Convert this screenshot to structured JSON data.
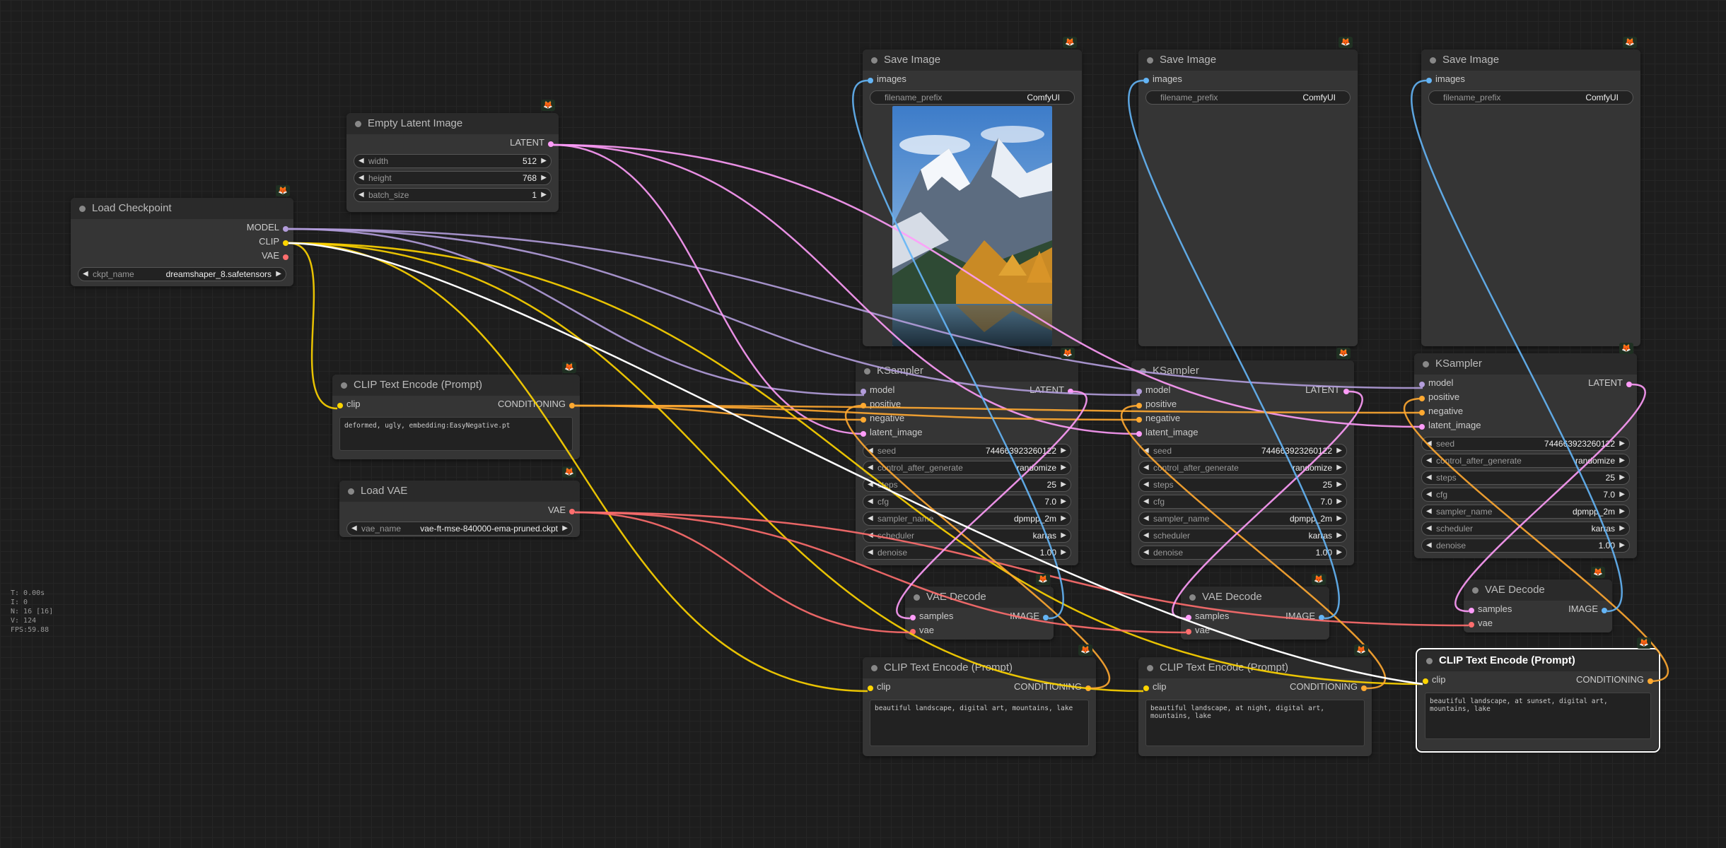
{
  "colors": {
    "model": "#b39ddb",
    "clip": "#ffd500",
    "vae": "#ff6e6e",
    "latent": "#ff9cf9",
    "conditioning": "#ffa931",
    "image": "#64b5f6"
  },
  "badge_icon": "fox-icon",
  "stats": [
    "T: 0.00s",
    "I: 0",
    "N: 16 [16]",
    "V: 124",
    "FPS:59.88"
  ],
  "nodes": {
    "load_checkpoint": {
      "title": "Load Checkpoint",
      "out_model": "MODEL",
      "out_clip": "CLIP",
      "out_vae": "VAE",
      "ckpt_label": "ckpt_name",
      "ckpt_value": "dreamshaper_8.safetensors"
    },
    "empty_latent": {
      "title": "Empty Latent Image",
      "out_latent": "LATENT",
      "width_label": "width",
      "width_value": "512",
      "height_label": "height",
      "height_value": "768",
      "batch_label": "batch_size",
      "batch_value": "1"
    },
    "clip_negative": {
      "title": "CLIP Text Encode (Prompt)",
      "in_clip": "clip",
      "out_cond": "CONDITIONING",
      "text": "deformed, ugly, embedding:EasyNegative.pt"
    },
    "load_vae": {
      "title": "Load VAE",
      "out_vae": "VAE",
      "vae_label": "vae_name",
      "vae_value": "vae-ft-mse-840000-ema-pruned.ckpt"
    },
    "save1": {
      "title": "Save Image",
      "in_images": "images",
      "prefix_label": "filename_prefix",
      "prefix_value": "ComfyUI"
    },
    "save2": {
      "title": "Save Image",
      "in_images": "images",
      "prefix_label": "filename_prefix",
      "prefix_value": "ComfyUI"
    },
    "save3": {
      "title": "Save Image",
      "in_images": "images",
      "prefix_label": "filename_prefix",
      "prefix_value": "ComfyUI"
    },
    "ksampler": {
      "title": "KSampler",
      "in_model": "model",
      "in_positive": "positive",
      "in_negative": "negative",
      "in_latent": "latent_image",
      "out_latent": "LATENT",
      "seed_label": "seed",
      "seed_value": "744663923260122",
      "cag_label": "control_after_generate",
      "cag_value": "randomize",
      "steps_label": "steps",
      "steps_value": "25",
      "cfg_label": "cfg",
      "cfg_value": "7.0",
      "sampler_label": "sampler_name",
      "sampler_value": "dpmpp_2m",
      "scheduler_label": "scheduler",
      "scheduler_value": "karras",
      "denoise_label": "denoise",
      "denoise_value": "1.00"
    },
    "vae_decode": {
      "title": "VAE Decode",
      "in_samples": "samples",
      "in_vae": "vae",
      "out_image": "IMAGE"
    },
    "clip_pos1": {
      "title": "CLIP Text Encode (Prompt)",
      "in_clip": "clip",
      "out_cond": "CONDITIONING",
      "text": "beautiful landscape, digital art, mountains, lake"
    },
    "clip_pos2": {
      "title": "CLIP Text Encode (Prompt)",
      "in_clip": "clip",
      "out_cond": "CONDITIONING",
      "text": "beautiful landscape, at night, digital art, mountains, lake"
    },
    "clip_pos3": {
      "title": "CLIP Text Encode (Prompt)",
      "in_clip": "clip",
      "out_cond": "CONDITIONING",
      "text": "beautiful landscape, at sunset, digital art, mountains, lake"
    }
  }
}
